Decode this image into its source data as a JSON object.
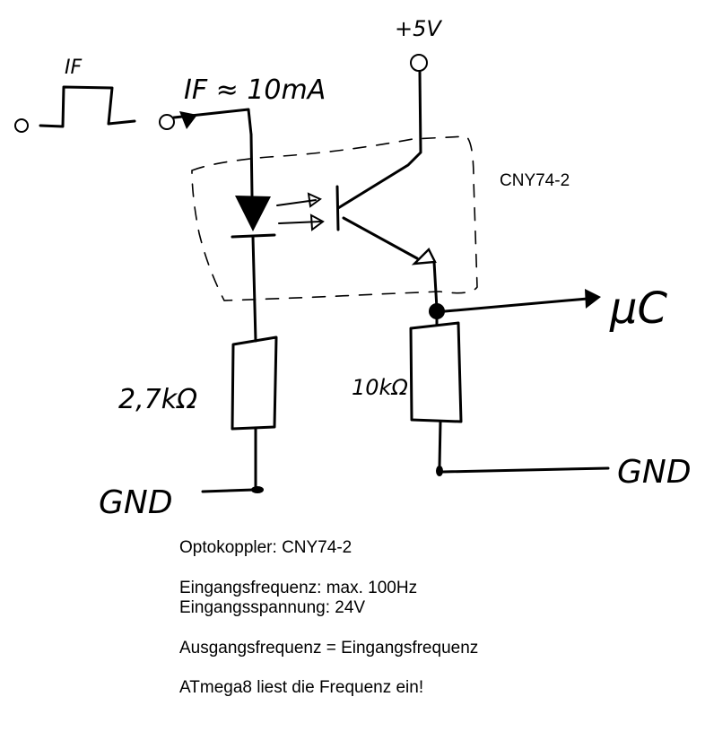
{
  "diagram": {
    "title": "Optocoupler input circuit",
    "labels": {
      "input_pulse": "IF",
      "input_current": "IF ≈ 10mA",
      "supply": "+5V",
      "optocoupler": "CNY74-2",
      "r_led": "2,7kΩ",
      "r_pulldown": "10kΩ",
      "gnd_left": "GND",
      "gnd_right": "GND",
      "output": "µC"
    },
    "components": [
      {
        "id": "input-terminal",
        "type": "terminal"
      },
      {
        "id": "led",
        "type": "led"
      },
      {
        "id": "phototransistor",
        "type": "npn-phototransistor"
      },
      {
        "id": "r-led",
        "type": "resistor",
        "value": "2,7kΩ"
      },
      {
        "id": "r-pulldown",
        "type": "resistor",
        "value": "10kΩ"
      }
    ]
  },
  "notes": {
    "line1": "Optokoppler: CNY74-2",
    "line2": "Eingangsfrequenz: max. 100Hz",
    "line3": "Eingangsspannung: 24V",
    "line4": "Ausgangsfrequenz = Eingangsfrequenz",
    "line5": "ATmega8 liest die Frequenz ein!"
  }
}
